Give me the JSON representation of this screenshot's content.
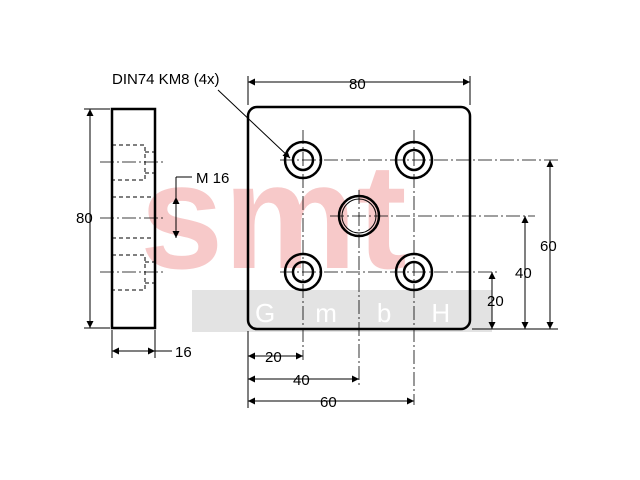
{
  "watermark": {
    "letters": "smt",
    "sub": "GmbH",
    "colors": {
      "letters": "#f7c9c9",
      "band": "#e3e3e3"
    }
  },
  "labels": {
    "din_callout": "DIN74 KM8 (4x)",
    "thread": "M 16",
    "plate_width": "80",
    "plate_height": "80",
    "thickness": "16",
    "h_dim_20": "20",
    "h_dim_40": "40",
    "h_dim_60": "60",
    "v_dim_20": "20",
    "v_dim_40": "40",
    "v_dim_60": "60"
  }
}
